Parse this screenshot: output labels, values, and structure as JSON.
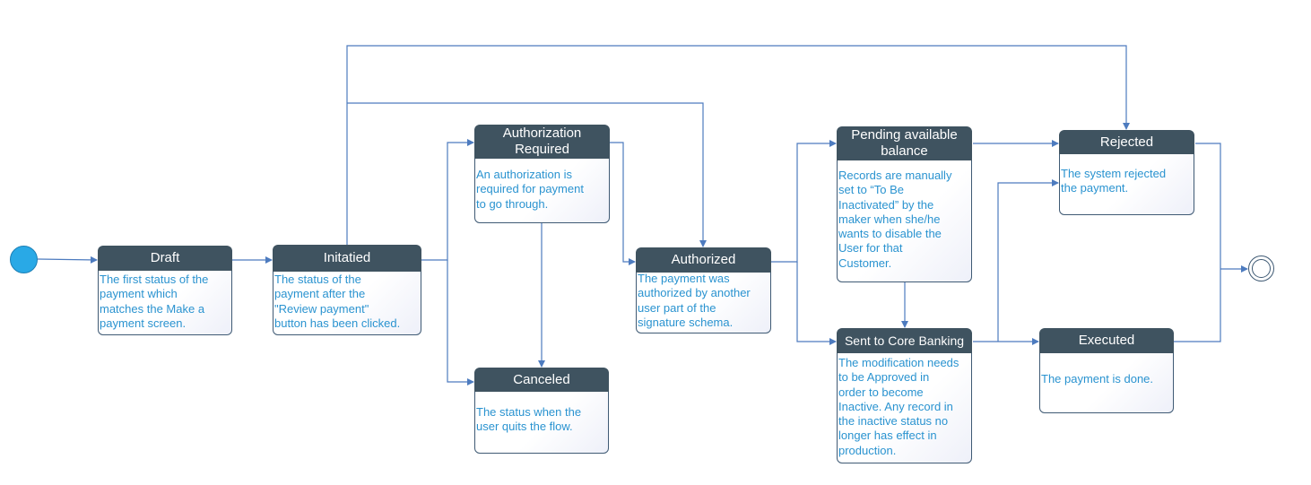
{
  "colors": {
    "header_bg": "#3f5360",
    "connector": "#4d7bbf",
    "description_text": "#2a93d0",
    "initial_node": "#29a9e6"
  },
  "nodes": {
    "draft": {
      "title": "Draft",
      "description": "The first status of the\npayment which\nmatches the Make a\npayment screen."
    },
    "initiated": {
      "title": "Initatied",
      "description": "The status of the\npayment after the\n\"Review payment\"\nbutton has been clicked."
    },
    "authorization_required": {
      "title": "Authorization\nRequired",
      "description": "An authorization is\nrequired for payment\nto go through."
    },
    "canceled": {
      "title": "Canceled",
      "description": "The status when the\nuser quits the flow."
    },
    "authorized": {
      "title": "Authorized",
      "description": "The payment was\nauthorized by another\nuser part of the\nsignature schema."
    },
    "pending_balance": {
      "title": "Pending available\nbalance",
      "description": "Records are manually\nset to “To Be\nInactivated” by the\nmaker when she/he\nwants to disable the\nUser for that\nCustomer."
    },
    "sent_core_banking": {
      "title": "Sent to Core Banking",
      "description": "The modification needs\nto be Approved in\norder to become\nInactive. Any record in\nthe inactive status no\nlonger has effect in\nproduction."
    },
    "rejected": {
      "title": "Rejected",
      "description": "The system rejected\nthe payment."
    },
    "executed": {
      "title": "Executed",
      "description": "The payment is done."
    }
  }
}
